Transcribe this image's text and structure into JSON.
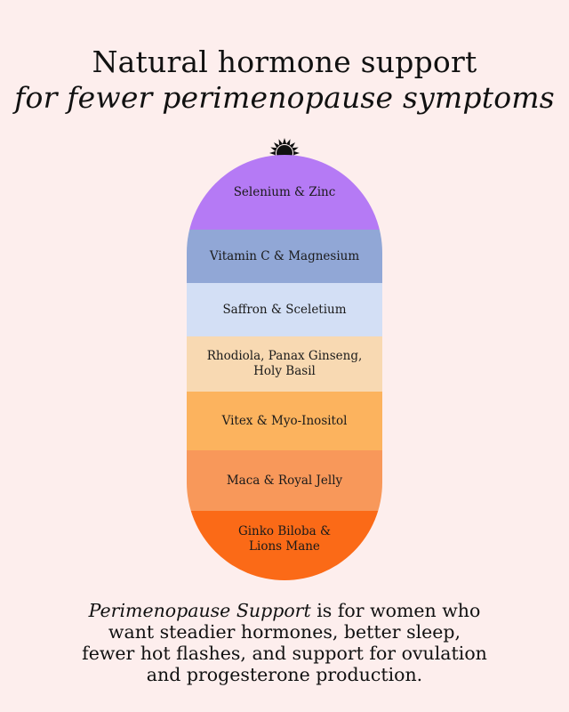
{
  "header": {
    "title_line1": "Natural hormone support",
    "title_line2": "for fewer perimenopause symptoms"
  },
  "capsule": {
    "icon": "sun-icon",
    "bands": [
      {
        "label": "Selenium & Zinc",
        "color": "#b57af5"
      },
      {
        "label": "Vitamin C & Magnesium",
        "color": "#91a7d6"
      },
      {
        "label": "Saffron & Sceletium",
        "color": "#d3dff5"
      },
      {
        "label": "Rhodiola, Panax Ginseng,\nHoly Basil",
        "color": "#f8d9b2"
      },
      {
        "label": "Vitex & Myo-Inositol",
        "color": "#fcb35e"
      },
      {
        "label": "Maca & Royal Jelly",
        "color": "#f8985a"
      },
      {
        "label": "Ginko Biloba &\nLions Mane",
        "color": "#fb6a17"
      }
    ]
  },
  "footer": {
    "brand": "Perimenopause Support",
    "line1_rest": " is for women who",
    "line2": "want steadier hormones, better sleep,",
    "line3": "fewer hot flashes, and support for ovulation",
    "line4": "and progesterone production."
  }
}
